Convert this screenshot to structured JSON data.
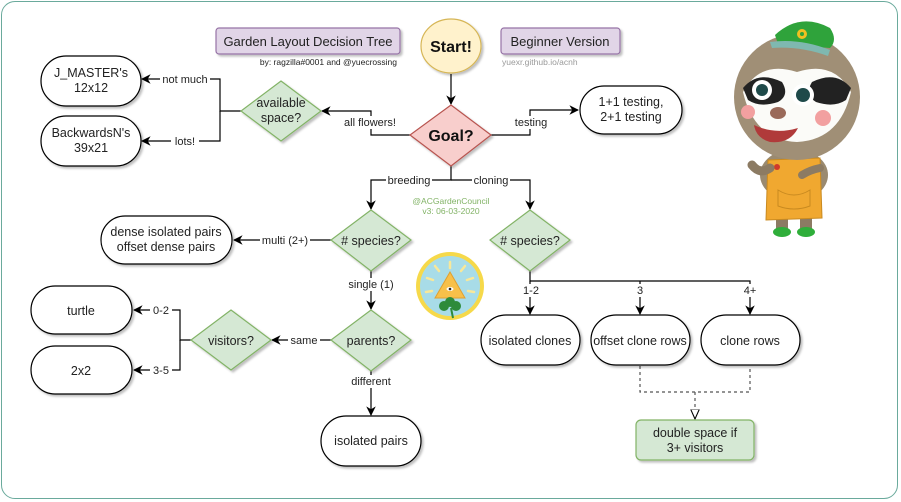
{
  "header": {
    "title": "Garden Layout Decision Tree",
    "authors": "by: ragzilla#0001 and @yuecrossing",
    "version_badge": "Beginner Version",
    "site": "yuexr.github.io/acnh",
    "council": "@ACGardenCouncil",
    "version_date": "v3: 06-03-2020"
  },
  "colors": {
    "frame": "#6aaa9c",
    "title_fill": "#e1d5e7",
    "title_stroke": "#9673a6",
    "start_fill": "#fff2cc",
    "start_stroke": "#d6b656",
    "goal_fill": "#f8cecc",
    "goal_stroke": "#b85450",
    "decision_fill": "#d5e8d4",
    "decision_stroke": "#82b366",
    "council_text": "#82b366",
    "site_text": "#999999"
  },
  "nodes": {
    "start": "Start!",
    "goal": "Goal?",
    "available_space": [
      "available",
      "space?"
    ],
    "jmaster": [
      "J_MASTER's",
      "12x12"
    ],
    "backwards": [
      "BackwardsN's",
      "39x21"
    ],
    "testing_result": [
      "1+1 testing,",
      "2+1 testing"
    ],
    "breed_species": "# species?",
    "clone_species": "# species?",
    "dense_pairs": [
      "dense isolated pairs",
      "offset dense pairs"
    ],
    "parents": "parents?",
    "visitors": "visitors?",
    "turtle": "turtle",
    "two_by_two": "2x2",
    "isolated_pairs": "isolated pairs",
    "isolated_clones": "isolated clones",
    "offset_clone_rows": "offset clone rows",
    "clone_rows": "clone rows",
    "double_space": [
      "double space if",
      "3+ visitors"
    ]
  },
  "edges": {
    "not_much": "not much",
    "lots": "lots!",
    "all_flowers": "all flowers!",
    "testing": "testing",
    "breeding": "breeding",
    "cloning": "cloning",
    "multi": "multi (2+)",
    "single": "single (1)",
    "same": "same",
    "different": "different",
    "v_0_2": "0-2",
    "v_3_5": "3-5",
    "c_1_2": "1-2",
    "c_3": "3",
    "c_4plus": "4+"
  },
  "images": {
    "mascot": "sloth-villager-leif",
    "badge": "garden-council-emblem"
  }
}
